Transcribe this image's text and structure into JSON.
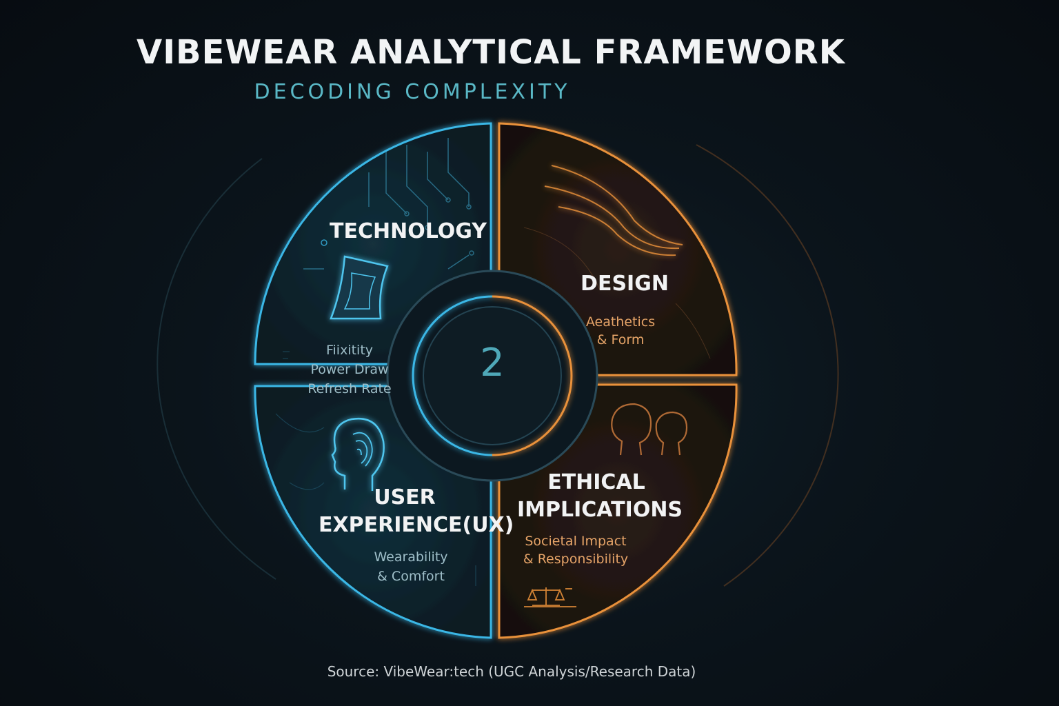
{
  "title": "VIBEWEAR ANALYTICAL FRAMEWORK",
  "subtitle": "DECODING COMPLEXITY",
  "center_value": "2",
  "quadrants": {
    "technology": {
      "title": "TECHNOLOGY",
      "items": [
        "Fiixitity",
        "Power Draw",
        "Refresh Rate"
      ],
      "color": "#3ab7e6"
    },
    "design": {
      "title": "DESIGN",
      "items": [
        "Aeathetics",
        "& Form"
      ],
      "color": "#e9913a"
    },
    "ux": {
      "title_line1": "USER",
      "title_line2": "EXPERIENCE(UX)",
      "items": [
        "Wearability",
        "& Comfort"
      ],
      "color": "#3ab7e6"
    },
    "ethics": {
      "title_line1": "ETHICAL",
      "title_line2": "IMPLICATIONS",
      "items": [
        "Societal Impact",
        "& Responsibility"
      ],
      "color": "#e9913a"
    }
  },
  "icons": [
    "circuit-icon",
    "flexible-display-icon",
    "fingerprint-head-icon",
    "people-icon",
    "scales-icon",
    "flowing-lines-icon"
  ],
  "source": "Source: VibeWear:tech (UGC Analysis/Research Data)"
}
